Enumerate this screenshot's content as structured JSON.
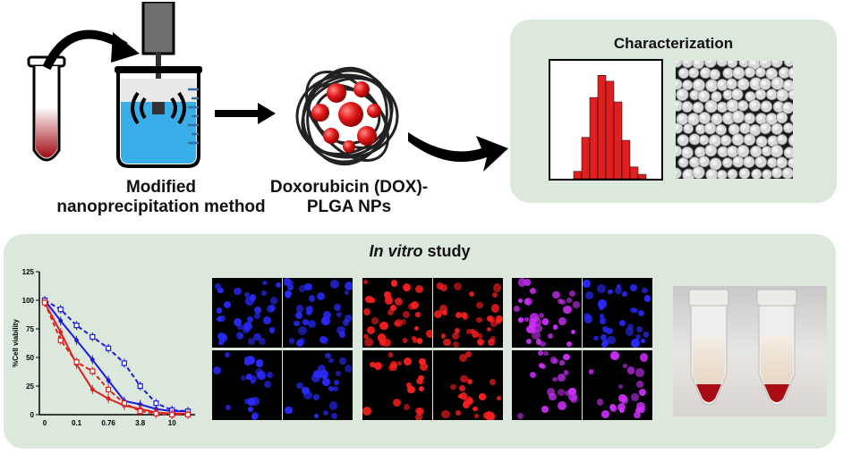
{
  "labels": {
    "method": "Modified nanoprecipitation method",
    "method_l1": "Modified",
    "method_l2": "nanoprecipitation method",
    "np_l1": "Doxorubicin (DOX)-",
    "np_l2": "PLGA NPs",
    "characterization": "Characterization",
    "invitro_italic": "In vitro",
    "invitro_rest": " study"
  },
  "colors": {
    "panel": "#dce8dc",
    "dox_red": "#e02020",
    "water_blue": "#3aaee8",
    "series_blue": "#1a1adc",
    "series_red": "#e02020"
  },
  "icons": [
    "test-tube-icon",
    "beaker-icon",
    "homogenizer-icon",
    "ultrasound-wave-icon",
    "nanoparticle-icon",
    "arrow-icon"
  ],
  "histogram": {
    "type": "bar",
    "values": [
      5,
      28,
      55,
      70,
      66,
      52,
      26,
      8,
      3
    ]
  },
  "chart_data": {
    "type": "line",
    "ylabel": "%Cell viability",
    "xticklabels": [
      "0",
      "0.1",
      "0.76",
      "3.8",
      "10"
    ],
    "yticks": [
      0,
      25,
      50,
      75,
      100,
      125
    ],
    "ylim": [
      0,
      125
    ],
    "x": [
      0,
      1,
      2,
      3,
      4,
      5,
      6,
      7,
      8,
      9
    ],
    "series": [
      {
        "color": "#1a1adc",
        "dash": false,
        "values": [
          100,
          82,
          65,
          48,
          30,
          12,
          9,
          5,
          3,
          3
        ]
      },
      {
        "color": "#1a1adc",
        "dash": true,
        "values": [
          100,
          92,
          78,
          68,
          58,
          45,
          25,
          10,
          4,
          3
        ]
      },
      {
        "color": "#e02020",
        "dash": false,
        "values": [
          98,
          72,
          44,
          22,
          14,
          8,
          5,
          2,
          1,
          1
        ]
      },
      {
        "color": "#e02020",
        "dash": true,
        "values": [
          98,
          65,
          46,
          38,
          22,
          10,
          3,
          1,
          0,
          0
        ]
      }
    ]
  },
  "microscopy": {
    "colors": [
      "#2a2aff",
      "#2a2aff",
      "#ff2020",
      "#ff2020",
      "#d030ff",
      "#2a2aff",
      "#2a2aff",
      "#2a2aff",
      "#ff2020",
      "#ff2020",
      "#d030ff",
      "#d030ff"
    ]
  }
}
